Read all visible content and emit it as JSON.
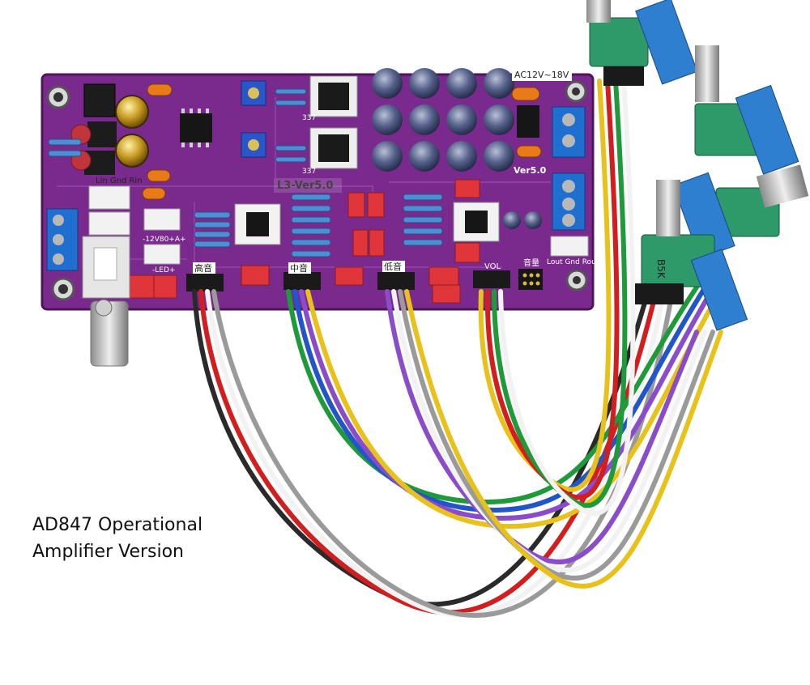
{
  "caption": {
    "line1": "AD847 Operational",
    "line2": "Amplifier Version"
  },
  "board": {
    "version_main": "L3-Ver5.0",
    "version_small": "Ver5.0",
    "power_label": "AC12V~18V",
    "input_label": "Lin Gnd Rin",
    "output_label": "Lout Gnd Rout",
    "treble_label": "高音",
    "mid_label": "中音",
    "bass_label": "低音",
    "vol_label": "VOL",
    "gain_label": "音量",
    "supply_label": "-12V80+A+",
    "led_label": "-LED+",
    "regulator_code": "337",
    "pot_code": "B5K"
  },
  "colors": {
    "pcb": "#7a2a8c",
    "wire_red": "#d21e1e",
    "wire_green": "#1f9a3a",
    "wire_blue": "#2255c8",
    "wire_yellow": "#e8c21a",
    "wire_white": "#f2f2f2",
    "wire_black": "#2a2a2a",
    "wire_gray": "#9a9a9a",
    "wire_purple": "#8a4cc8",
    "wire_orange": "#e87a1a",
    "pot_body": "#2e9a6a"
  }
}
